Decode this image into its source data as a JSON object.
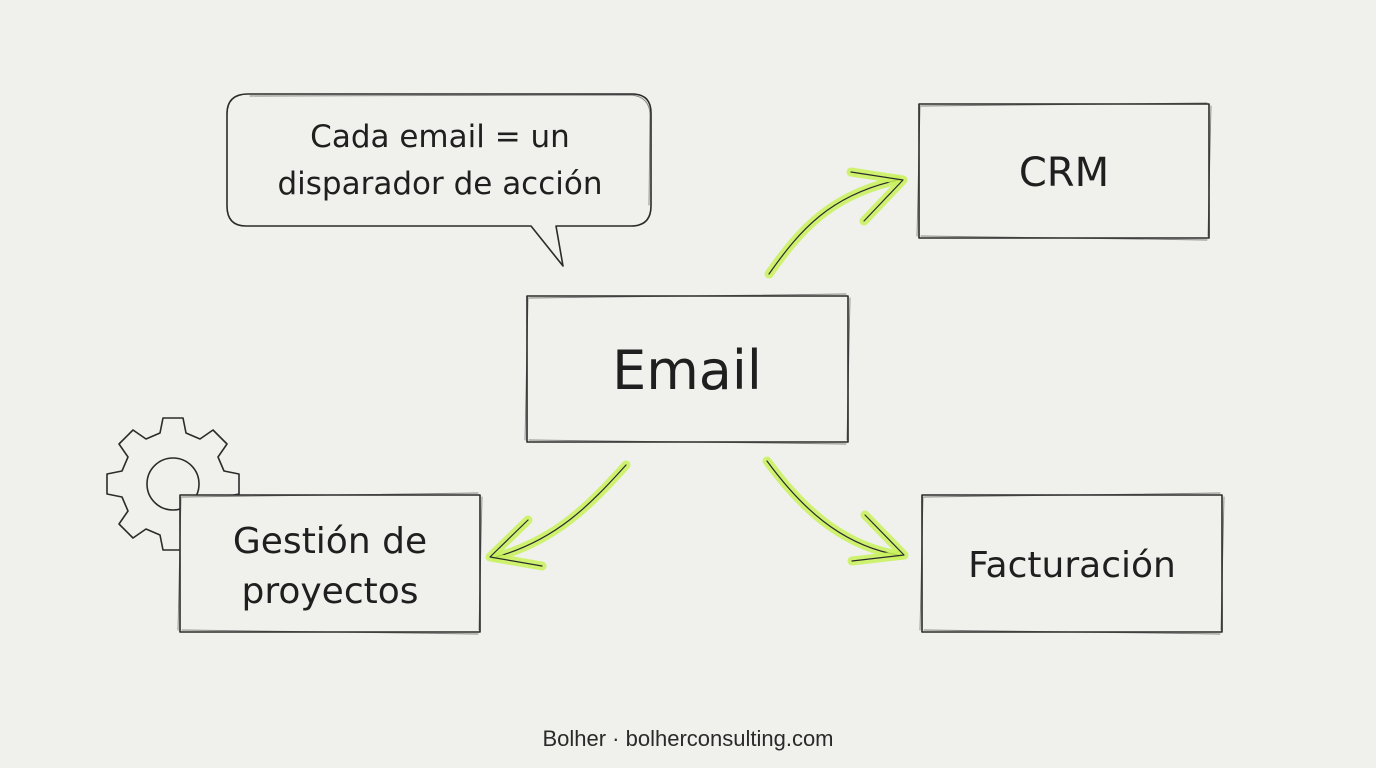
{
  "nodes": {
    "center": "Email",
    "crm": "CRM",
    "projects_line1": "Gestión de",
    "projects_line2": "proyectos",
    "billing": "Facturación"
  },
  "callout": {
    "line1": "Cada email = un",
    "line2": "disparador de acción"
  },
  "footer": {
    "text": "Bolher · bolherconsulting.com"
  },
  "colors": {
    "arrow": "#c8f25a",
    "ink": "#2b2b2b",
    "background": "#f0f0ec"
  },
  "icons": {
    "decoration": "gear-icon"
  }
}
